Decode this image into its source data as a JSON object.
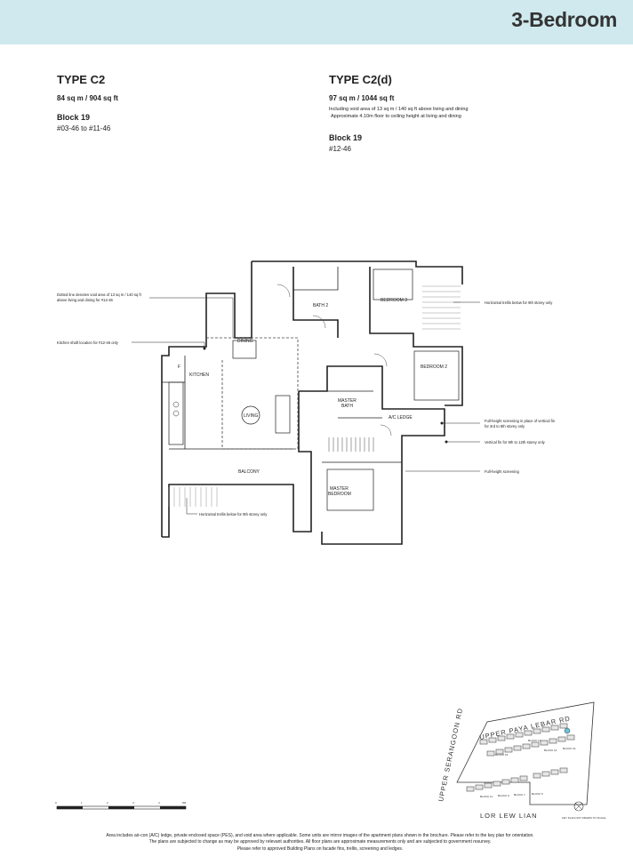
{
  "header": {
    "title": "3-Bedroom"
  },
  "type_c2": {
    "title": "TYPE C2",
    "area": "84 sq m / 904 sq ft",
    "block": "Block 19",
    "units": "#03-46 to #11-46"
  },
  "type_c2d": {
    "title": "TYPE C2(d)",
    "area": "97 sq m / 1044 sq ft",
    "note_1": "Including void area of 13 sq m / 140 sq ft above living and dining",
    "note_2": "Approximate 4.10m floor to ceiling height at living and dining",
    "block": "Block 19",
    "units": "#12-46"
  },
  "rooms": {
    "bedroom3": "BEDROOM 3",
    "bath2": "BATH 2",
    "dining": "DINING",
    "kitchen": "KITCHEN",
    "bedroom2": "BEDROOM 2",
    "master_bath_1": "MASTER",
    "master_bath_2": "BATH",
    "living": "LIVING",
    "ac_ledge": "A/C LEDGE",
    "balcony": "BALCONY",
    "master_bedroom_1": "MASTER",
    "master_bedroom_2": "BEDROOM",
    "fridge": "F"
  },
  "callouts": {
    "void_1": "Dotted line denotes void area of 13 sq m / 140 sq ft",
    "void_2": "above living and dining for #12-46",
    "kitchen_shaft": "Kitchen shaft location for #12-46 only",
    "trellis_right": "Horizontal trellis below for 9th storey only",
    "screening_1": "Full-height screening in place of vertical fin",
    "screening_2": "for 3rd to 8th storey only",
    "vertical_fin": "Vertical fin for 9th to 12th storey only",
    "full_screening": "Full-height screening",
    "trellis_bottom": "Horizontal trellis below for 9th storey only"
  },
  "scale": {
    "ticks": [
      "0",
      "1",
      "2",
      "3",
      "4",
      "5M"
    ]
  },
  "key_plan": {
    "road_top": "UPPER PAYA LEBAR RD",
    "road_left": "UPPER SERANGOON RD",
    "road_bottom": "LOR LEW LIAN",
    "note": "KEY PLAN NOT DRAWN TO SCALE",
    "blocks": [
      "BLOCK 15",
      "BLOCK 19",
      "BLOCK 17",
      "BLOCK 13",
      "BLOCK 11",
      "BLOCK 9",
      "BLOCK 7",
      "BLOCK 5"
    ]
  },
  "disclaimer": [
    "Area includes air-con (A/C) ledge, private enclosed space (PES), and void area where applicable.  Some units are mirror images of the apartment plans shown in the brochure.  Please refer to the key plan for orientation.",
    "The plans are subjected to change as may be approved by relevant authorities.  All floor plans are approximate measurements only and are subjected to government resurvey.",
    "Please refer to approved Building Plans on facade fins, trellis, screening and ledges."
  ]
}
